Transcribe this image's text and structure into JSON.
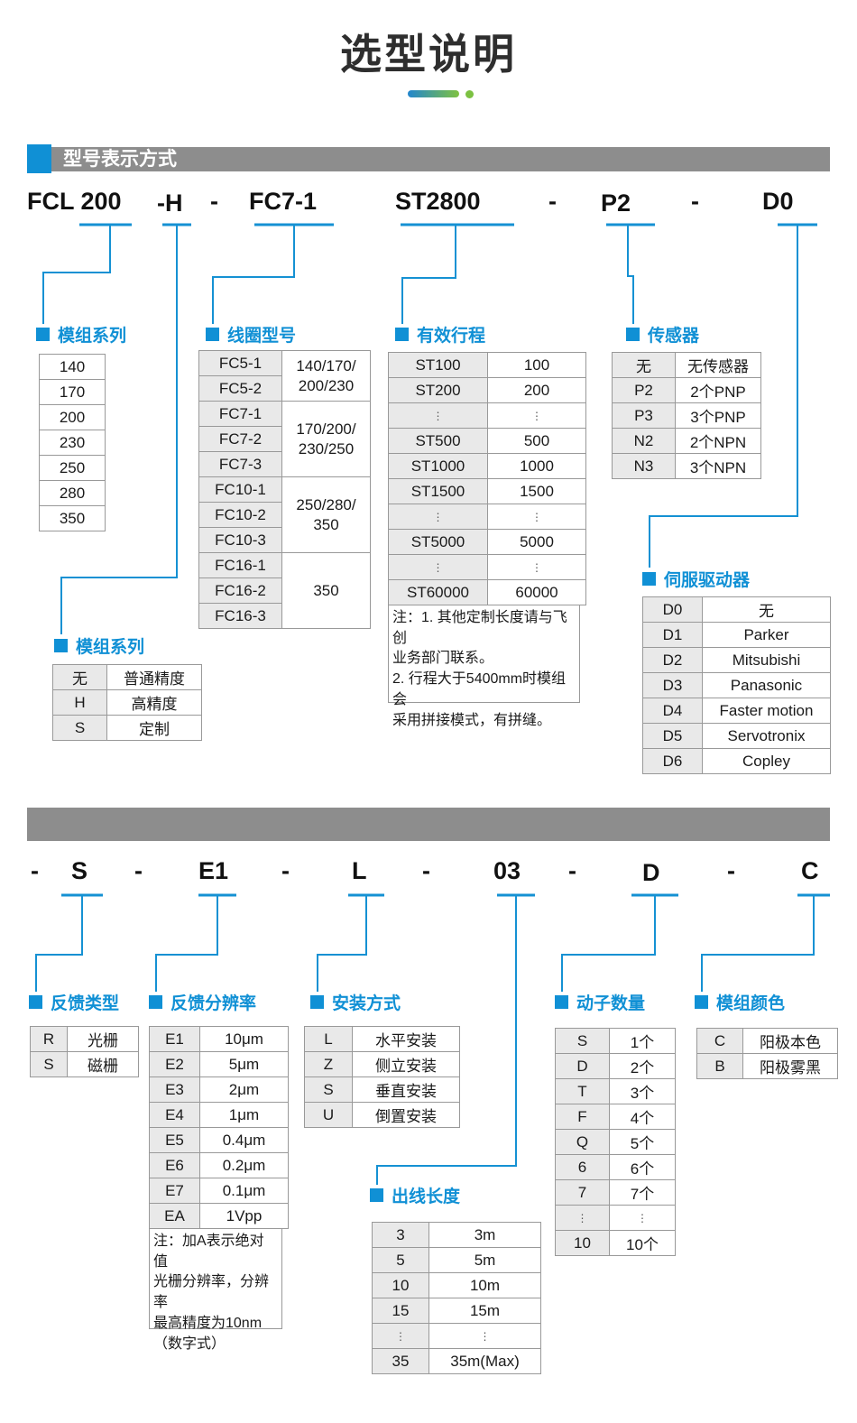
{
  "page_title": "选型说明",
  "section1_header": "型号表示方式",
  "colors": {
    "accent_blue": "#1090d5",
    "bar_gray": "#8d8d8d",
    "gradient_blue": "#2386cd",
    "gradient_green": "#7fc241",
    "cell_gray": "#e9e9e9"
  },
  "model1": {
    "series": "FCL 200",
    "accuracy": "-H",
    "sep": "-",
    "coil": "FC7-1",
    "stroke": "ST2800",
    "sensor": "P2",
    "driver": "D0"
  },
  "model2": {
    "sep": "-",
    "feedback": "S",
    "resolution": "E1",
    "mount": "L",
    "cable": "03",
    "movers": "D",
    "color": "C"
  },
  "tables": {
    "module_series": {
      "label": "模组系列",
      "plain": true,
      "rows": [
        [
          "140"
        ],
        [
          "170"
        ],
        [
          "200"
        ],
        [
          "230"
        ],
        [
          "250"
        ],
        [
          "280"
        ],
        [
          "350"
        ]
      ]
    },
    "coil": {
      "label": "线圈型号",
      "rows": [
        [
          "FC5-1"
        ],
        [
          "FC5-2"
        ],
        [
          "FC7-1"
        ],
        [
          "FC7-2"
        ],
        [
          "FC7-3"
        ],
        [
          "FC10-1"
        ],
        [
          "FC10-2"
        ],
        [
          "FC10-3"
        ],
        [
          "FC16-1"
        ],
        [
          "FC16-2"
        ],
        [
          "FC16-3"
        ]
      ],
      "groups": [
        {
          "span": 2,
          "text": "140/170/\n200/230"
        },
        {
          "span": 3,
          "text": "170/200/\n230/250"
        },
        {
          "span": 3,
          "text": "250/280/\n350"
        },
        {
          "span": 3,
          "text": "350"
        }
      ]
    },
    "stroke": {
      "label": "有效行程",
      "rows": [
        [
          "ST100",
          "100"
        ],
        [
          "ST200",
          "200"
        ],
        [
          "⋮",
          "⋮"
        ],
        [
          "ST500",
          "500"
        ],
        [
          "ST1000",
          "1000"
        ],
        [
          "ST1500",
          "1500"
        ],
        [
          "⋮",
          "⋮"
        ],
        [
          "ST5000",
          "5000"
        ],
        [
          "⋮",
          "⋮"
        ],
        [
          "ST60000",
          "60000"
        ]
      ],
      "note": "注：1. 其他定制长度请与飞创\n业务部门联系。\n2. 行程大于5400mm时模组 会\n采用拼接模式，有拼缝。"
    },
    "sensor": {
      "label": "传感器",
      "rows": [
        [
          "无",
          "无传感器"
        ],
        [
          "P2",
          "2个PNP"
        ],
        [
          "P3",
          "3个PNP"
        ],
        [
          "N2",
          "2个NPN"
        ],
        [
          "N3",
          "3个NPN"
        ]
      ]
    },
    "accuracy": {
      "label": "模组系列",
      "rows": [
        [
          "无",
          "普通精度"
        ],
        [
          "H",
          "高精度"
        ],
        [
          "S",
          "定制"
        ]
      ]
    },
    "driver": {
      "label": "伺服驱动器",
      "rows": [
        [
          "D0",
          "无"
        ],
        [
          "D1",
          "Parker"
        ],
        [
          "D2",
          "Mitsubishi"
        ],
        [
          "D3",
          "Panasonic"
        ],
        [
          "D4",
          "Faster motion"
        ],
        [
          "D5",
          "Servotronix"
        ],
        [
          "D6",
          "Copley"
        ]
      ]
    },
    "feedback_type": {
      "label": "反馈类型",
      "rows": [
        [
          "R",
          "光栅"
        ],
        [
          "S",
          "磁栅"
        ]
      ]
    },
    "resolution": {
      "label": "反馈分辨率",
      "rows": [
        [
          "E1",
          "10μm"
        ],
        [
          "E2",
          "5μm"
        ],
        [
          "E3",
          "2μm"
        ],
        [
          "E4",
          "1μm"
        ],
        [
          "E5",
          "0.4μm"
        ],
        [
          "E6",
          "0.2μm"
        ],
        [
          "E7",
          "0.1μm"
        ],
        [
          "EA",
          "1Vpp"
        ]
      ],
      "note": "注：加A表示绝对值\n光栅分辨率，分辨率\n最高精度为10nm\n（数字式）"
    },
    "mount": {
      "label": "安装方式",
      "rows": [
        [
          "L",
          "水平安装"
        ],
        [
          "Z",
          "侧立安装"
        ],
        [
          "S",
          "垂直安装"
        ],
        [
          "U",
          "倒置安装"
        ]
      ]
    },
    "cable": {
      "label": "出线长度",
      "rows": [
        [
          "3",
          "3m"
        ],
        [
          "5",
          "5m"
        ],
        [
          "10",
          "10m"
        ],
        [
          "15",
          "15m"
        ],
        [
          "⋮",
          "⋮"
        ],
        [
          "35",
          "35m(Max)"
        ]
      ]
    },
    "movers": {
      "label": "动子数量",
      "rows": [
        [
          "S",
          "1个"
        ],
        [
          "D",
          "2个"
        ],
        [
          "T",
          "3个"
        ],
        [
          "F",
          "4个"
        ],
        [
          "Q",
          "5个"
        ],
        [
          "6",
          "6个"
        ],
        [
          "7",
          "7个"
        ],
        [
          "⋮",
          "⋮"
        ],
        [
          "10",
          "10个"
        ]
      ]
    },
    "color": {
      "label": "模组颜色",
      "rows": [
        [
          "C",
          "阳极本色"
        ],
        [
          "B",
          "阳极雾黑"
        ]
      ]
    }
  }
}
